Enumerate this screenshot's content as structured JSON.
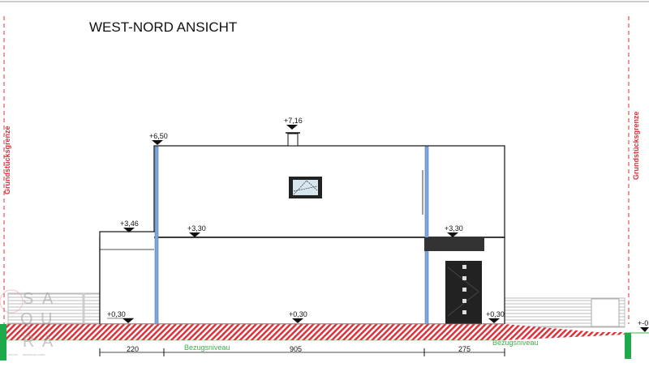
{
  "title": "WEST-NORD ANSICHT",
  "boundary_label": "Grundstücksgrenze",
  "levels": {
    "roof_top": "+7,16",
    "roof": "+6,50",
    "annex_top": "+3,46",
    "first_floor_left": "+3,30",
    "first_floor_right": "+3,30",
    "ground_left": "+0,30",
    "ground_center": "+0,30",
    "ground_right": "+0,30",
    "outside_right": "+-0,00"
  },
  "dimensions": [
    "220",
    "905",
    "275"
  ],
  "reference_level_label": "Bezugsniveau",
  "logo": {
    "letters": [
      "S",
      "A",
      "Q",
      "U",
      "R",
      "A"
    ],
    "subtitle": "IMMOBILIEN GMBH"
  },
  "colors": {
    "boundary": "#e0303a",
    "ground_hatch": "#e0303a",
    "reference": "#3cb44b",
    "downpipe": "#4a78c0"
  }
}
